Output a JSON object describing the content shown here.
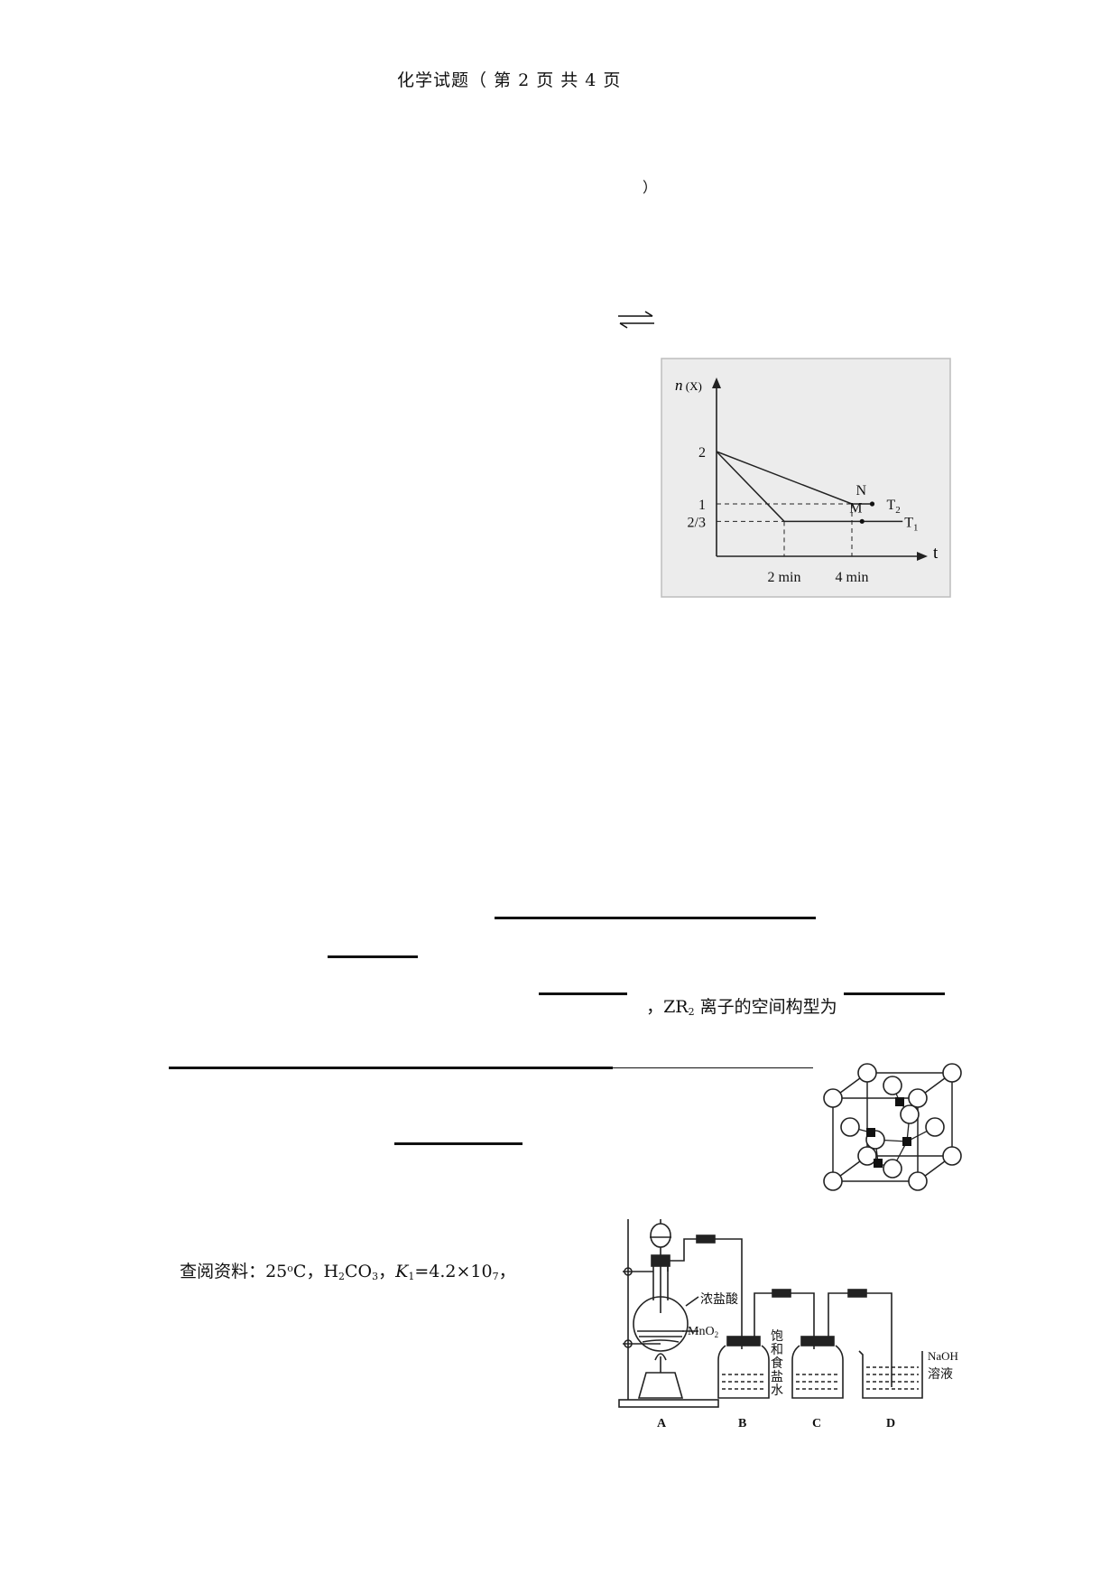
{
  "header": {
    "title": "化学试题（ 第 2 页 共 4 页"
  },
  "fragments": {
    "close_paren": "）",
    "zr2_text": "，ZR",
    "zr2_sub": "2",
    "zr2_rest": " 离子的空间构型为",
    "ref_prefix": "查阅资料：25",
    "ref_degree": "o",
    "ref_c": "C，H",
    "ref_h_sub": "2",
    "ref_co": "CO",
    "ref_co_sub": "3",
    "ref_sep": "，",
    "ref_k": "K",
    "ref_k_sub": "1",
    "ref_value": "=4.2×10",
    "ref_exp": "7",
    "ref_end": "，"
  },
  "chart_data": {
    "type": "line",
    "ylabel": "n (X)",
    "xlabel": "t",
    "yticks": [
      "2",
      "1",
      "2/3"
    ],
    "xticks": [
      "2 min",
      "4 min"
    ],
    "series": [
      {
        "name": "T2",
        "points": [
          [
            0,
            2
          ],
          [
            4,
            1
          ],
          [
            4.6,
            1
          ]
        ],
        "point_label": "N"
      },
      {
        "name": "T1",
        "points": [
          [
            0,
            2
          ],
          [
            2,
            0.6667
          ],
          [
            5.5,
            0.6667
          ]
        ],
        "point_label": "M"
      }
    ]
  },
  "apparatus": {
    "labels": {
      "conc_hcl": "浓盐酸",
      "mno2": "MnO",
      "mno2_sub": "2",
      "saturated_brine": [
        "饱",
        "和",
        "食",
        "盐",
        "水"
      ],
      "naoh": "NaOH",
      "solution": "溶液",
      "flask_a": "A",
      "bottle_b": "B",
      "bottle_c": "C",
      "beaker_d": "D"
    }
  }
}
